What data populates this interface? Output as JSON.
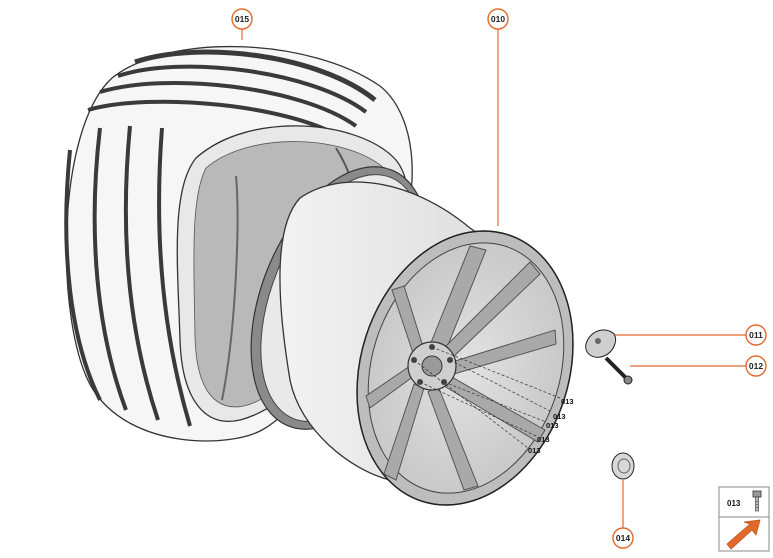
{
  "callouts": {
    "tire": "015",
    "wheel": "010",
    "tpms_sensor": "011",
    "valve_stem": "012",
    "center_cap": "014"
  },
  "bolt_labels": [
    "013",
    "013",
    "013",
    "013",
    "013"
  ],
  "legend": {
    "bolt_part": "013"
  },
  "colors": {
    "accent": "#e0692b",
    "line": "#444444",
    "wheel_fill": "#d6d6d6",
    "tire_fill": "#f4f4f4"
  },
  "icons": {
    "bolt_legend": "lug-bolt-icon",
    "navigation": "orange-arrow-icon"
  }
}
